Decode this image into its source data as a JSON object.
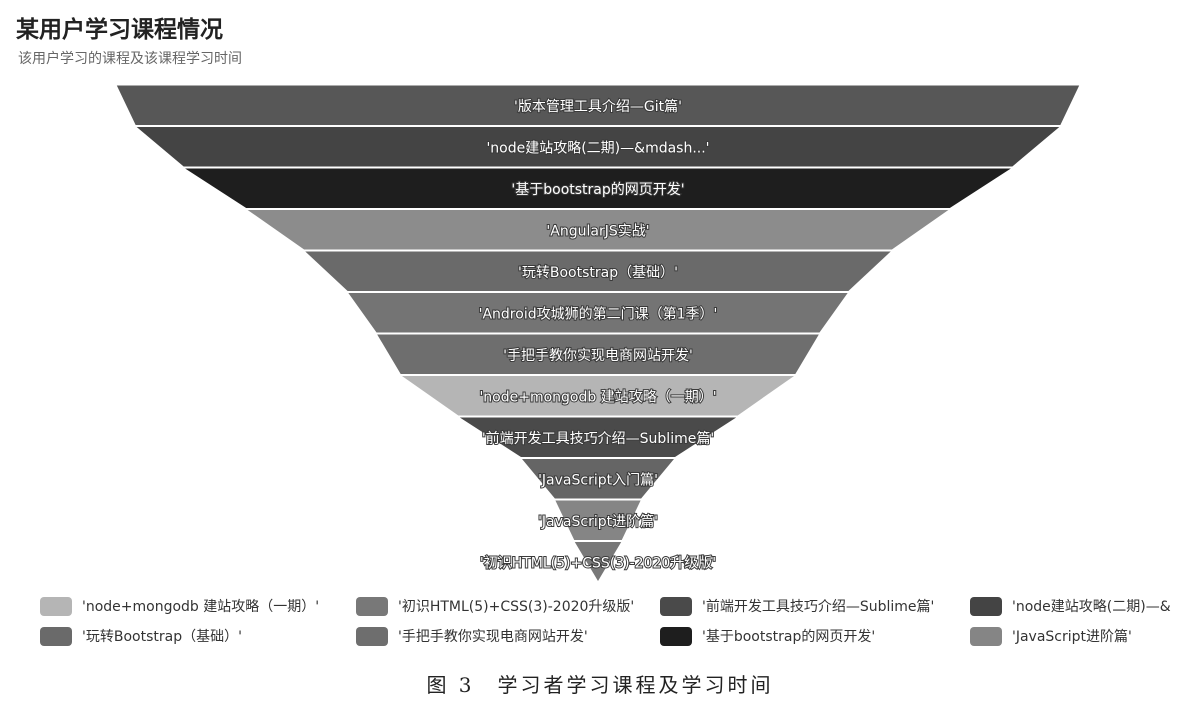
{
  "chart_data": {
    "type": "funnel",
    "title": "某用户学习课程情况",
    "subtitle": "该用户学习的课程及该课程学习时间",
    "sort": "descending",
    "stages": [
      {
        "label": "'版本管理工具介绍—Git篇'",
        "value": 100,
        "color": "#575757"
      },
      {
        "label": "'node建站攻略(二期)—&mdash...'",
        "value": 96,
        "color": "#444444"
      },
      {
        "label": "'基于bootstrap的网页开发'",
        "value": 86,
        "color": "#1e1e1e"
      },
      {
        "label": "'AngularJS实战'",
        "value": 73,
        "color": "#8c8c8c"
      },
      {
        "label": "'玩转Bootstrap（基础）'",
        "value": 61,
        "color": "#6a6a6a"
      },
      {
        "label": "'Android攻城狮的第二门课（第1季）'",
        "value": 52,
        "color": "#747474"
      },
      {
        "label": "'手把手教你实现电商网站开发'",
        "value": 46,
        "color": "#6e6e6e"
      },
      {
        "label": "'node+mongodb 建站攻略（一期）'",
        "value": 41,
        "color": "#b5b5b5"
      },
      {
        "label": "'前端开发工具技巧介绍—Sublime篇'",
        "value": 29,
        "color": "#4a4a4a"
      },
      {
        "label": "'JavaScript入门篇'",
        "value": 16,
        "color": "#656565"
      },
      {
        "label": "'JavaScript进阶篇'",
        "value": 9,
        "color": "#858585"
      },
      {
        "label": "'初识HTML(5)+CSS(3)-2020升级版'",
        "value": 5,
        "color": "#787878"
      }
    ],
    "legend": [
      {
        "label": "'node+mongodb 建站攻略（一期）'",
        "color": "#b5b5b5"
      },
      {
        "label": "'初识HTML(5)+CSS(3)-2020升级版'",
        "color": "#787878"
      },
      {
        "label": "'前端开发工具技巧介绍—Sublime篇'",
        "color": "#4a4a4a"
      },
      {
        "label": "'node建站攻略(二期)—&",
        "color": "#444444"
      },
      {
        "label": "'玩转Bootstrap（基础）'",
        "color": "#6a6a6a"
      },
      {
        "label": "'手把手教你实现电商网站开发'",
        "color": "#6e6e6e"
      },
      {
        "label": "'基于bootstrap的网页开发'",
        "color": "#1e1e1e"
      },
      {
        "label": "'JavaScript进阶篇'",
        "color": "#858585"
      }
    ],
    "legend_position": "bottom"
  },
  "caption": "图 3　学习者学习课程及学习时间"
}
